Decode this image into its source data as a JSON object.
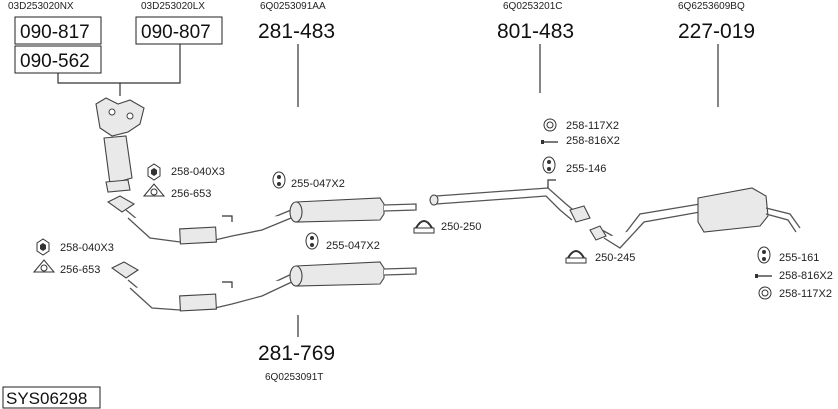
{
  "diagram": {
    "oe_codes": {
      "manifold_a": "03D253020NX",
      "manifold_b": "03D253020LX",
      "middle_upper": "6Q0253091AA",
      "middle_rear": "6Q0253201C",
      "rear": "6Q6253609BQ",
      "middle_lower": "6Q0253091T"
    },
    "part_numbers": {
      "p1": "090-817",
      "p2": "090-807",
      "p3": "090-562",
      "upper_silencer": "281-483",
      "middle_pipe": "801-483",
      "rear_silencer": "227-019",
      "lower_silencer": "281-769"
    },
    "fittings": {
      "f1": "258-040X3",
      "f2": "256-653",
      "f3": "255-047X2",
      "f4": "258-117X2",
      "f5": "258-816X2",
      "f6": "255-146",
      "f7": "250-250",
      "f8": "258-040X3",
      "f9": "256-653",
      "f10": "255-047X2",
      "f11": "250-245",
      "f12": "255-161",
      "f13": "258-816X2",
      "f14": "258-117X2"
    },
    "system_code": "SYS06298"
  }
}
